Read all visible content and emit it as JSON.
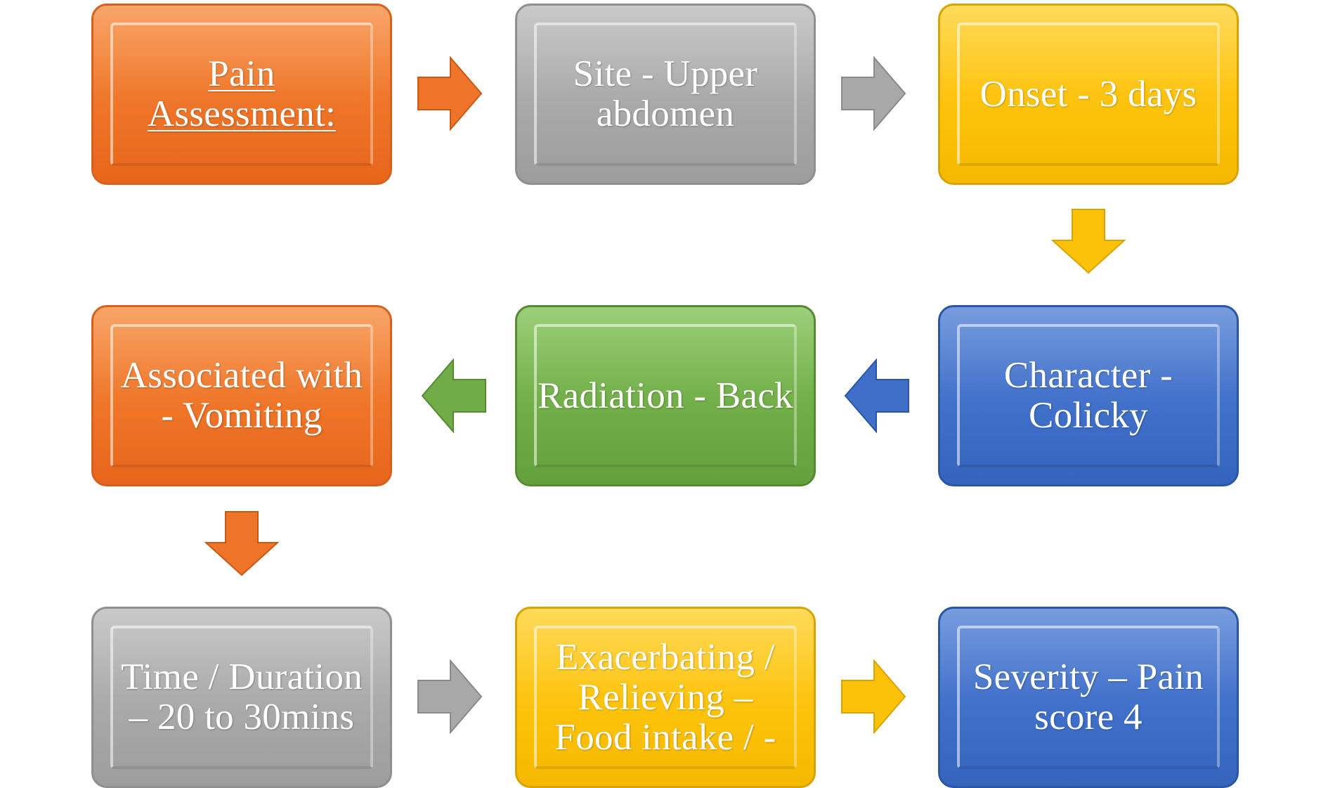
{
  "diagram": {
    "boxes": [
      {
        "lines": [
          "Pain",
          "Assessment:"
        ],
        "underline": true,
        "color": "#ee7427",
        "style": "orange"
      },
      {
        "lines": [
          "Site - Upper",
          "abdomen"
        ],
        "color": "#a8a8a8",
        "style": "gray"
      },
      {
        "lines": [
          "Onset - 3 days"
        ],
        "color": "#fcc20a",
        "style": "yellow"
      },
      {
        "lines": [
          "Character -",
          "Colicky"
        ],
        "color": "#3f6fc9",
        "style": "blue"
      },
      {
        "lines": [
          "Radiation - Back"
        ],
        "color": "#70ad47",
        "style": "green"
      },
      {
        "lines": [
          "Associated with",
          "- Vomiting"
        ],
        "color": "#ee7427",
        "style": "orange"
      },
      {
        "lines": [
          "Time / Duration",
          "– 20 to 30mins"
        ],
        "color": "#a8a8a8",
        "style": "gray"
      },
      {
        "lines": [
          "Exacerbating /",
          "Relieving –",
          "Food intake / -"
        ],
        "color": "#fcc20a",
        "style": "yellow"
      },
      {
        "lines": [
          "Severity – Pain",
          "score 4"
        ],
        "color": "#3f6fc9",
        "style": "blue"
      }
    ],
    "arrows": [
      {
        "from": 0,
        "to": 1,
        "direction": "right",
        "color": "#ee7427"
      },
      {
        "from": 1,
        "to": 2,
        "direction": "right",
        "color": "#a8a8a8"
      },
      {
        "from": 2,
        "to": 3,
        "direction": "down",
        "color": "#fcc20a"
      },
      {
        "from": 3,
        "to": 4,
        "direction": "left",
        "color": "#3f6fc9"
      },
      {
        "from": 4,
        "to": 5,
        "direction": "left",
        "color": "#70ad47"
      },
      {
        "from": 5,
        "to": 6,
        "direction": "down",
        "color": "#ee7427"
      },
      {
        "from": 6,
        "to": 7,
        "direction": "right",
        "color": "#a8a8a8"
      },
      {
        "from": 7,
        "to": 8,
        "direction": "right",
        "color": "#fcc20a"
      }
    ]
  }
}
